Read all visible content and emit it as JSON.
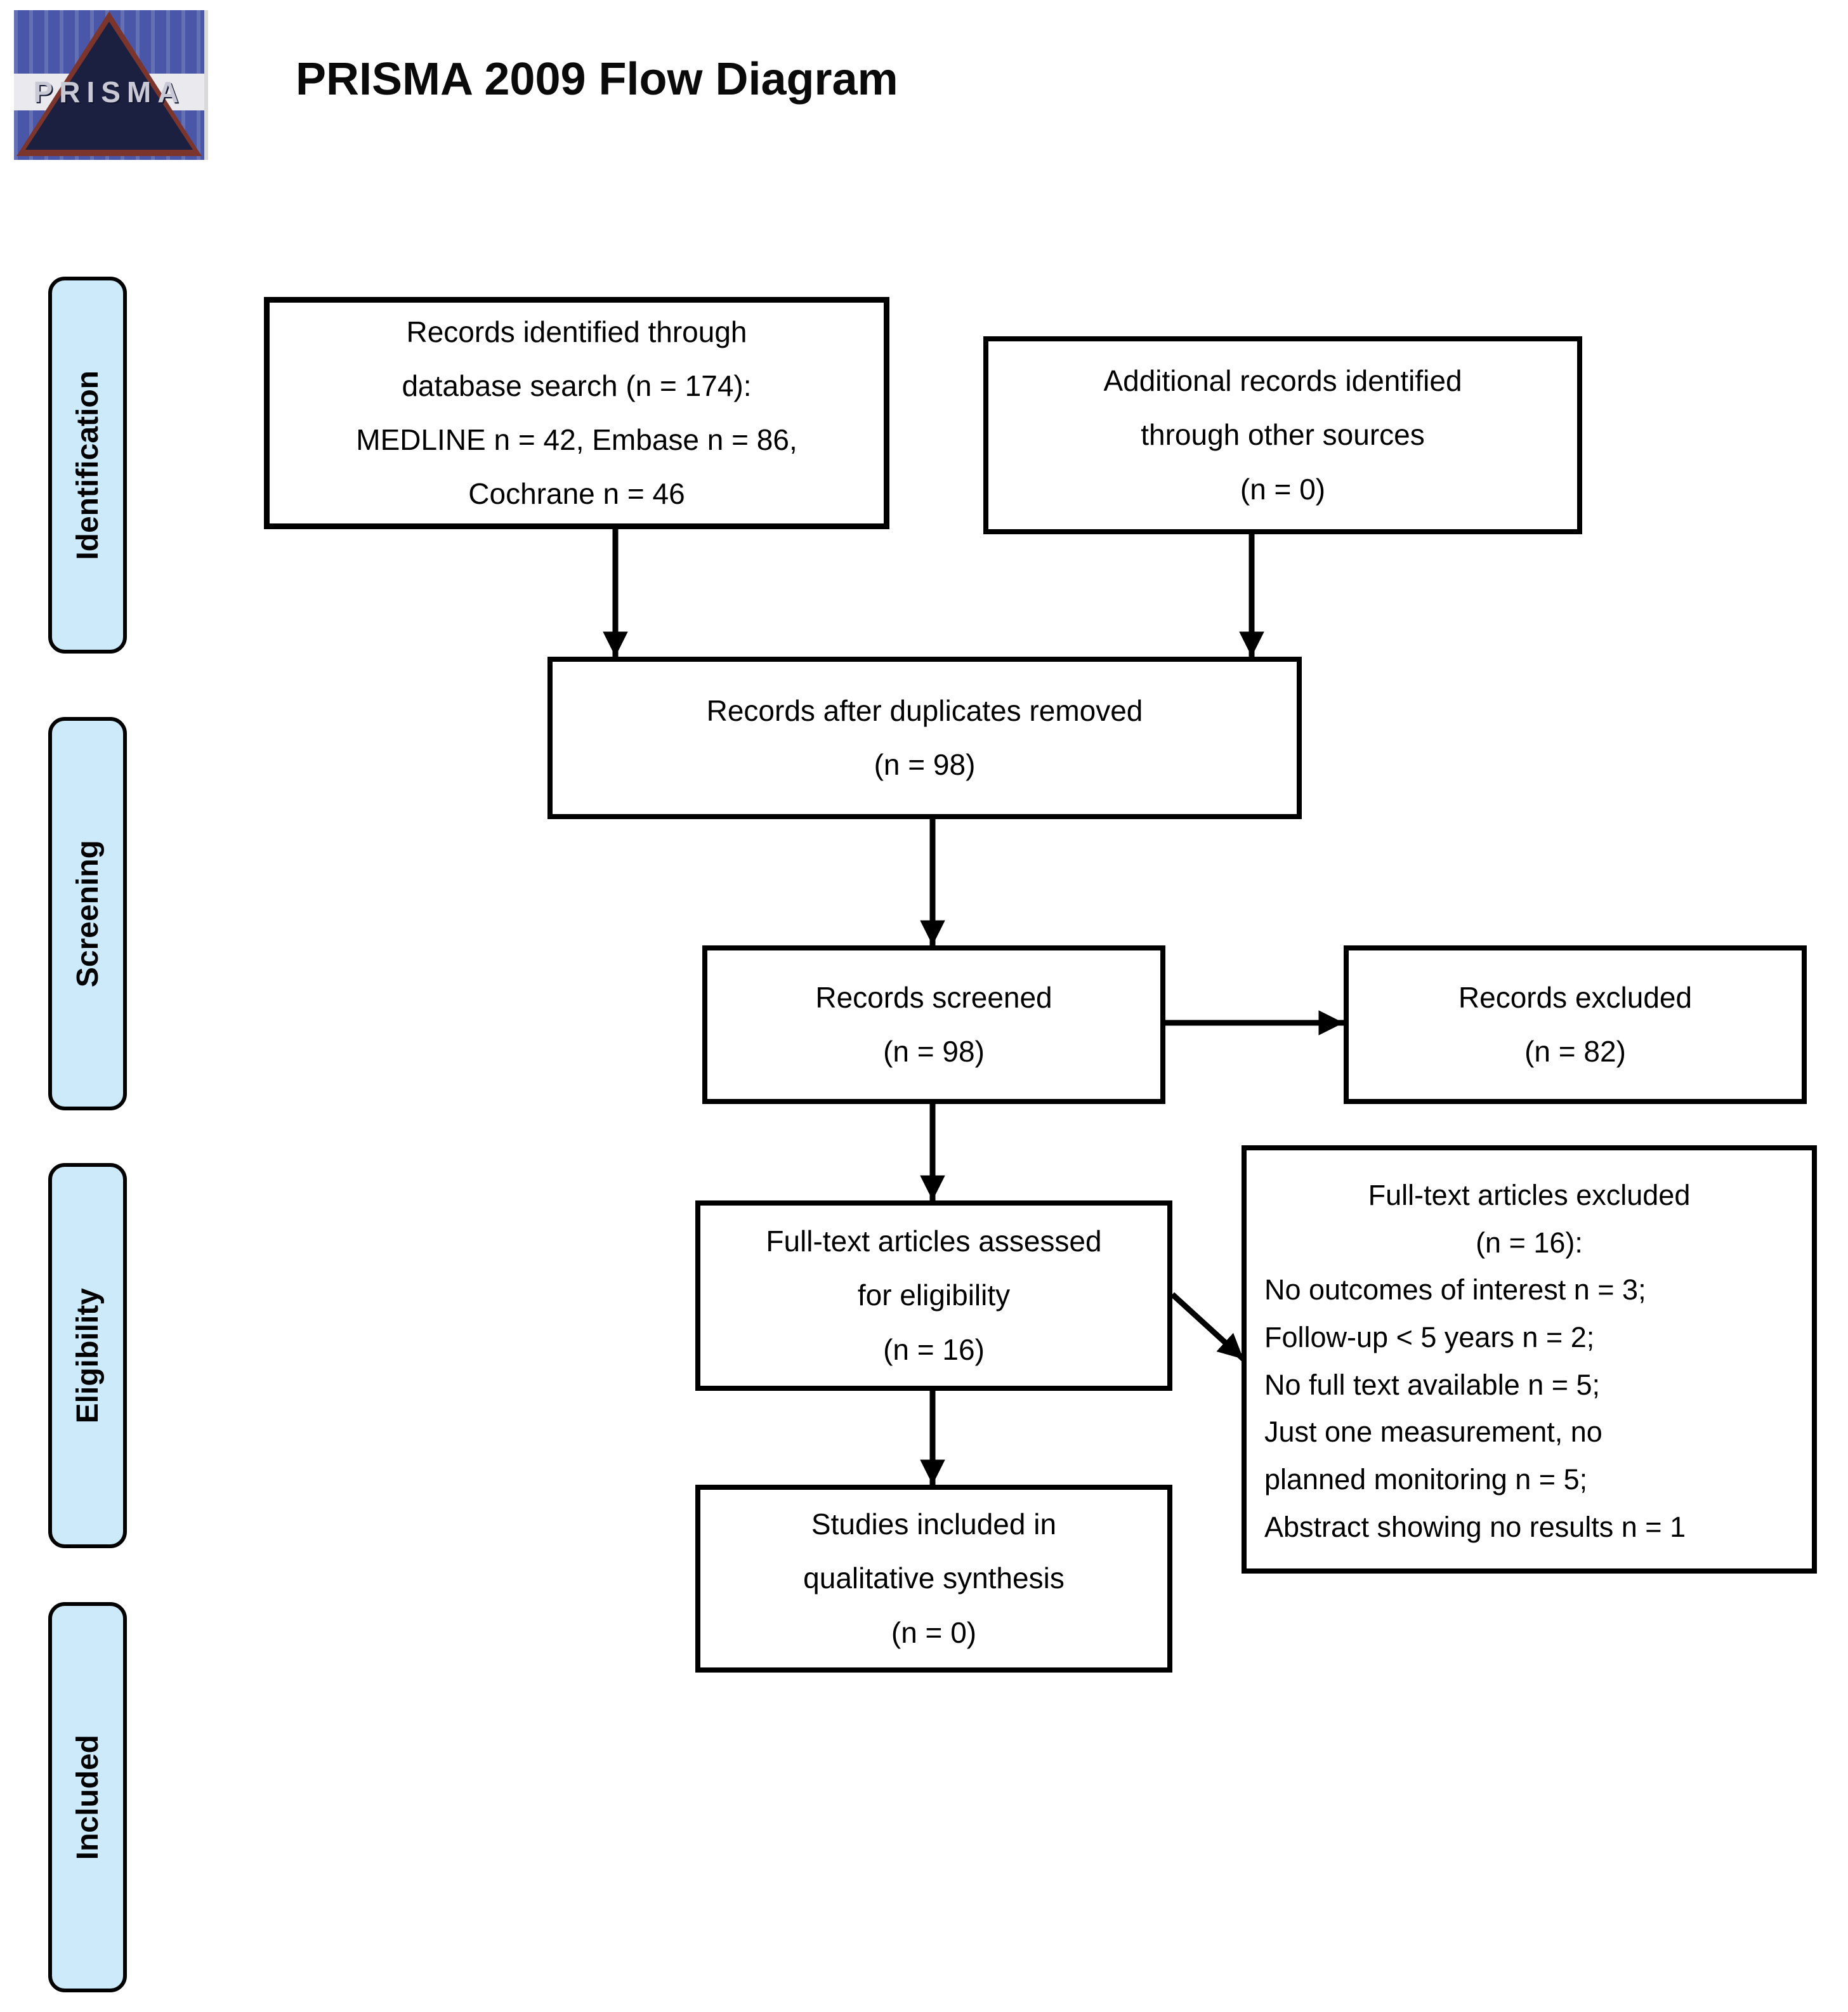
{
  "title": "PRISMA 2009 Flow Diagram",
  "logo": {
    "text": "PRISMA"
  },
  "stages": [
    {
      "label": "Identification"
    },
    {
      "label": "Screening"
    },
    {
      "label": "Eligibility"
    },
    {
      "label": "Included"
    }
  ],
  "boxes": {
    "identified": "Records identified through\ndatabase search (n = 174):\nMEDLINE n = 42, Embase n = 86,\nCochrane n = 46",
    "additional": "Additional records identified\nthrough other sources\n(n = 0)",
    "after_duplicates": "Records after duplicates removed\n(n = 98)",
    "screened": "Records screened\n(n = 98)",
    "excluded": "Records excluded\n(n = 82)",
    "fulltext_assessed": "Full-text articles assessed\nfor eligibility\n(n = 16)",
    "fulltext_excluded_title": "Full-text articles excluded\n(n = 16):",
    "fulltext_excluded_reasons": "No outcomes of interest n = 3;\nFollow-up < 5 years n = 2;\nNo full text available n = 5;\nJust one measurement, no\nplanned monitoring n = 5;\nAbstract showing no results n = 1",
    "included_qualitative": "Studies included in\nqualitative synthesis\n(n = 0)"
  },
  "colors": {
    "stage_fill": "#cdeafb",
    "box_border": "#000000",
    "logo_blue": "#4a57a8",
    "logo_triangle_navy": "#1b2040",
    "logo_triangle_red": "#7c352c"
  }
}
